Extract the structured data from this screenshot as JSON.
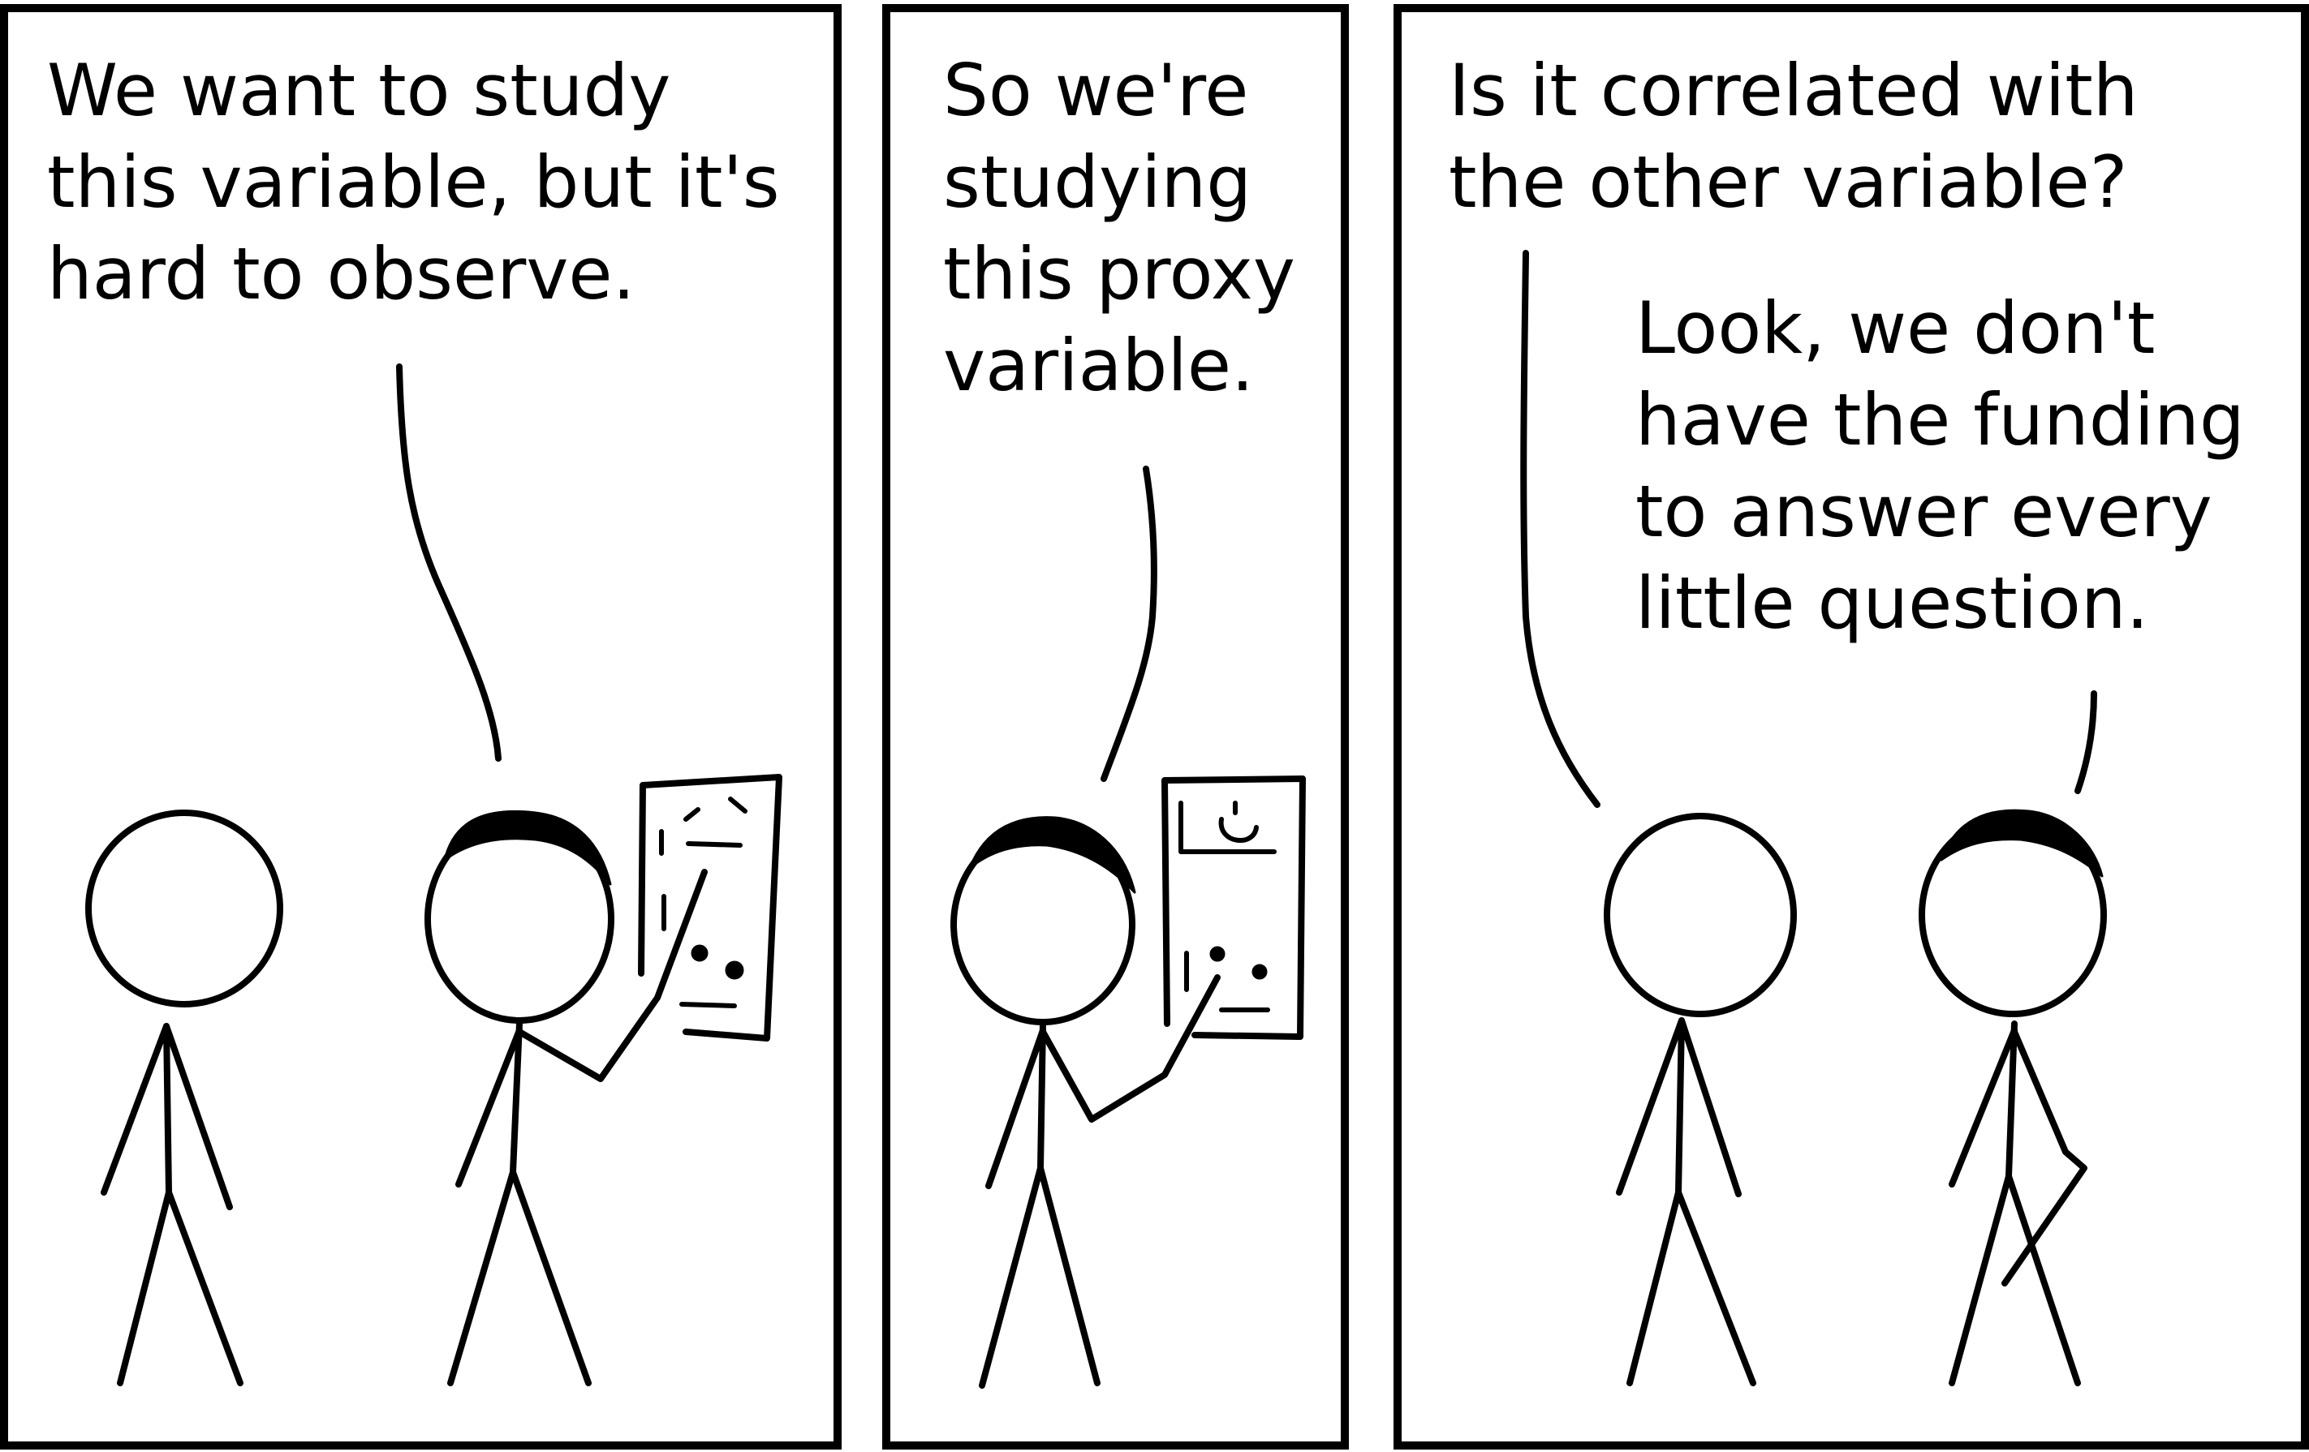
{
  "panels": [
    {
      "lines": [
        "We want to study",
        "this variable, but it's",
        "hard to observe."
      ]
    },
    {
      "lines": [
        "So we're",
        "studying",
        "this proxy",
        "variable."
      ]
    },
    {
      "lines": [
        "Is it correlated with",
        "the other variable?"
      ],
      "reply_lines": [
        "Look, we don't",
        "have the funding",
        "to answer every",
        "little question."
      ]
    }
  ]
}
